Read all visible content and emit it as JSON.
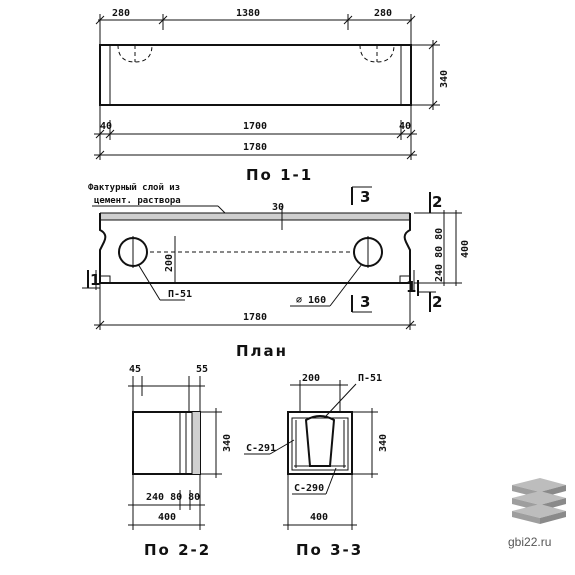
{
  "top_view": {
    "dim_top_left": "280",
    "dim_top_mid": "1380",
    "dim_top_right": "280",
    "dim_height": "340",
    "dim_inner_left": "40",
    "dim_inner_mid": "1700",
    "dim_inner_right": "40",
    "dim_overall": "1780",
    "title": "По 1-1"
  },
  "plan": {
    "note_line1": "Фактурный слой из",
    "note_line2": "цемент. раствора",
    "dim_30": "30",
    "dim_200": "200",
    "dim_right_stack": "240 80 80",
    "dim_right_total": "400",
    "label_p51": "П-51",
    "label_diam": "⌀ 160",
    "section_3": "3",
    "section_2_top": "2",
    "section_2_bot": "2",
    "section_1_left": "1",
    "section_1_right": "1",
    "dim_overall": "1780",
    "title": "План"
  },
  "section_22": {
    "dim_45": "45",
    "dim_55": "55",
    "dim_height": "340",
    "dim_stack": "240 80 80",
    "dim_total": "400",
    "title": "По 2-2"
  },
  "section_33": {
    "dim_200": "200",
    "label_p51": "П-51",
    "label_c291": "С-291",
    "label_c290": "С-290",
    "dim_height": "340",
    "dim_total": "400",
    "title": "По 3-3"
  },
  "watermark": {
    "text": "gbi22.ru"
  }
}
